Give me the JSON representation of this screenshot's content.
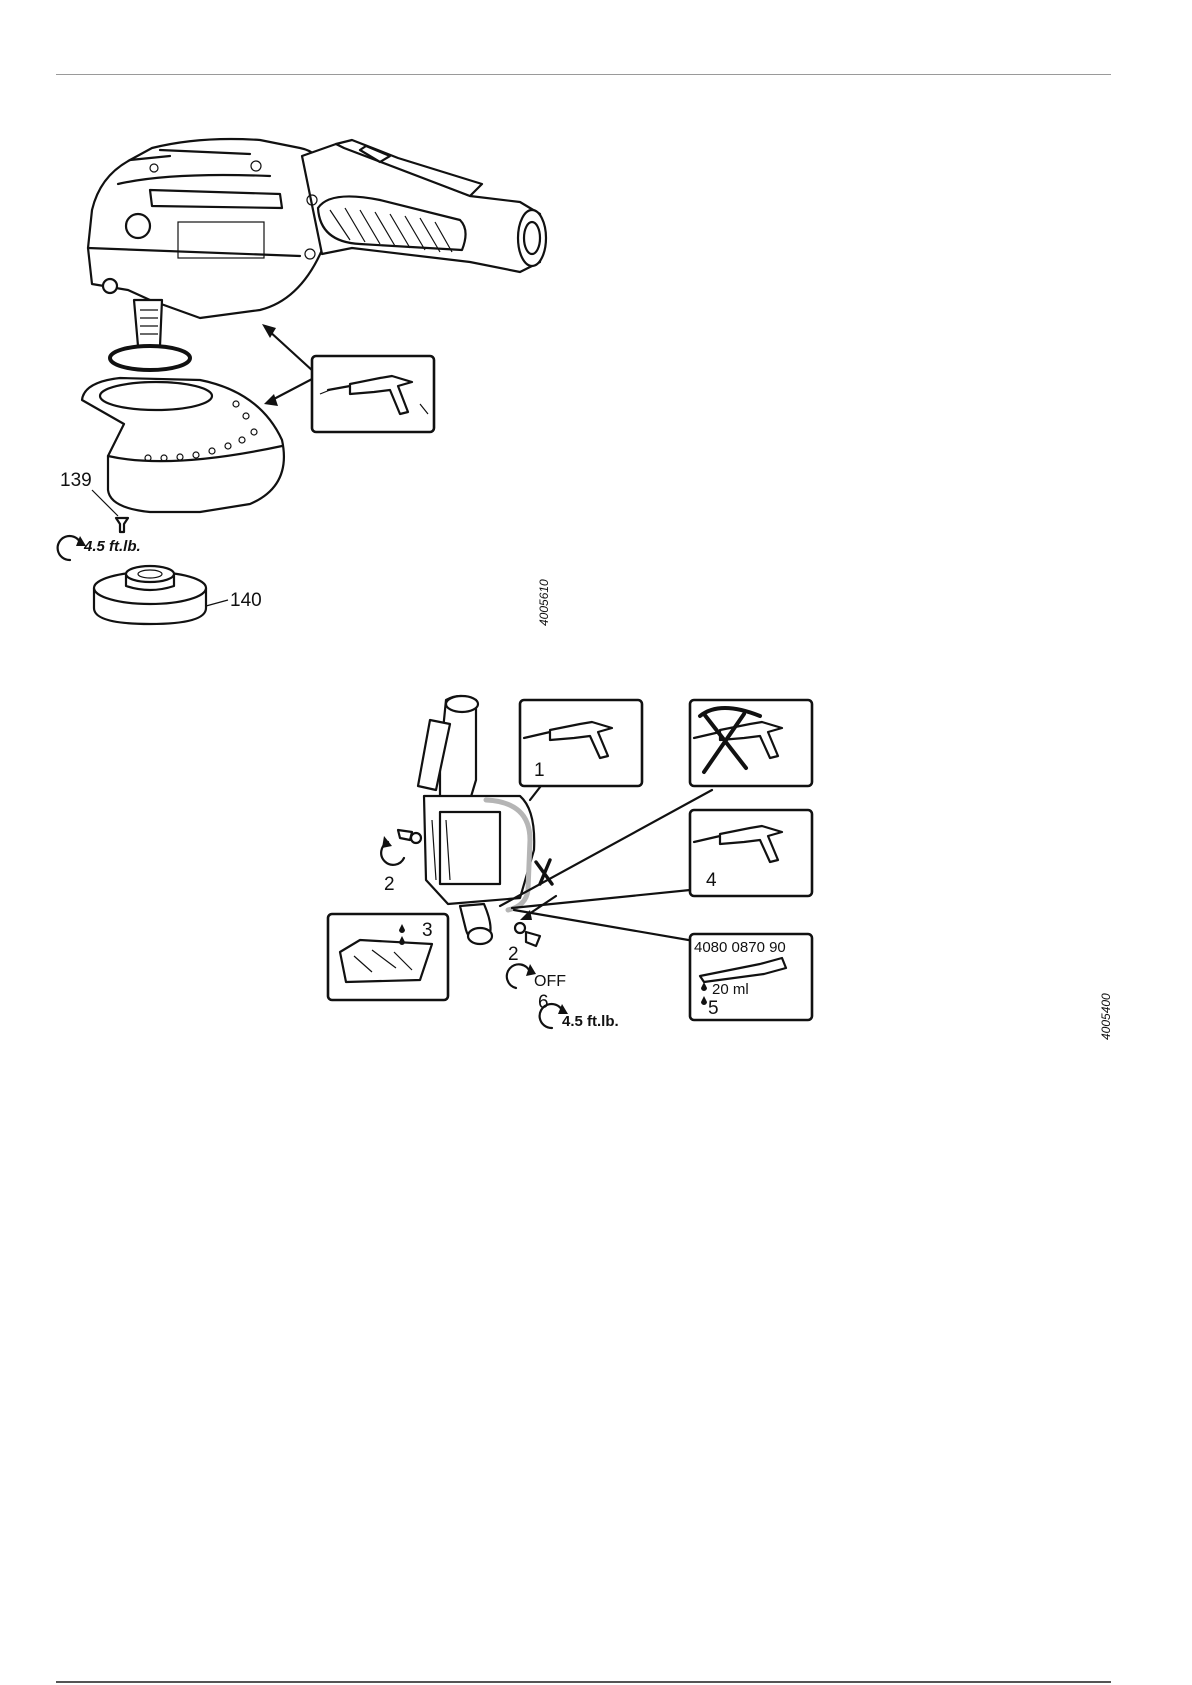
{
  "figure_1": {
    "labels": {
      "screw": "139",
      "flange": "140",
      "torque": "4.5 ft.lb.",
      "figure_code": "4005610"
    }
  },
  "figure_2": {
    "labels": {
      "step1": "1",
      "step2_left": "2",
      "step2_right": "2",
      "step3": "3",
      "step4": "4",
      "step5": "5",
      "step6": "6",
      "off": "OFF",
      "torque": "4.5 ft.lb.",
      "grease_part_no": "4080 0870 90",
      "grease_qty": "20 ml",
      "figure_code": "4005400"
    }
  }
}
